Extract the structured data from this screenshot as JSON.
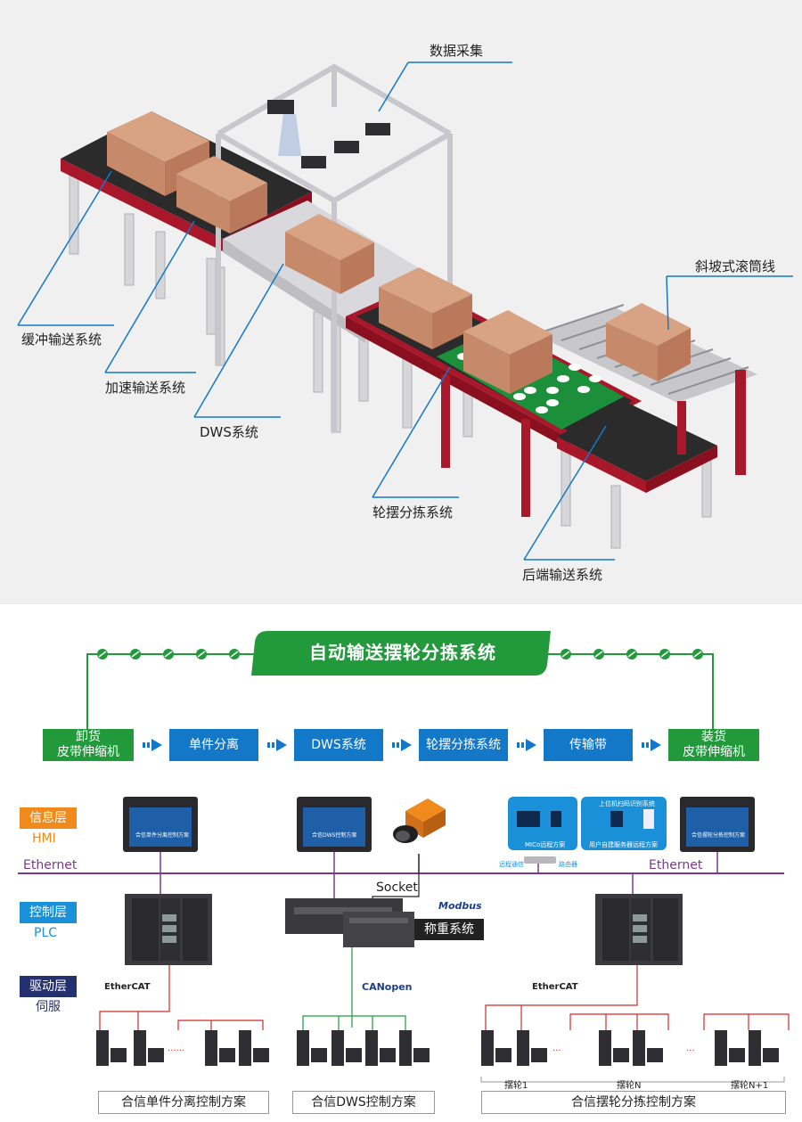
{
  "top": {
    "labels": {
      "data_collection": "数据采集",
      "incline_roller": "斜坡式滚筒线",
      "buffer": "缓冲输送系统",
      "accel": "加速输送系统",
      "dws": "DWS系统",
      "wheel_sort": "轮摆分拣系统",
      "rear": "后端输送系统"
    }
  },
  "title": "自动输送摆轮分拣系统",
  "flow": [
    {
      "l1": "卸货",
      "l2": "皮带伸缩机"
    },
    {
      "l1": "单件分离",
      "l2": ""
    },
    {
      "l1": "DWS系统",
      "l2": ""
    },
    {
      "l1": "轮摆分拣系统",
      "l2": ""
    },
    {
      "l1": "传输带",
      "l2": ""
    },
    {
      "l1": "装货",
      "l2": "皮带伸缩机"
    }
  ],
  "layers": {
    "info": {
      "tag": "信息层",
      "sub": "HMI"
    },
    "ctrl": {
      "tag": "控制层",
      "sub": "PLC"
    },
    "drive": {
      "tag": "驱动层",
      "sub": "伺服"
    }
  },
  "net": {
    "left": "Ethernet",
    "right": "Ethernet"
  },
  "hmi": {
    "h1": "合信单件分离控制方案",
    "h2": "合信DWS控制方案",
    "h3": "合信摆轮分拣控制方案",
    "cloud_top": "上位机扫码识别系统",
    "micro": "MICo远程方案",
    "user": "用户自建服务器远程方案",
    "remote": "远程通信",
    "router": "路由器"
  },
  "comm": {
    "socket": "Socket",
    "modbus": "Modbus",
    "weigh": "称重系统",
    "ethercat1": "EtherCAT",
    "ethercat2": "EtherCAT",
    "canopen": "CANopen"
  },
  "servo": {
    "n1": "摆轮1",
    "nn": "摆轮N",
    "nn1": "摆轮N+1",
    "dots": "······",
    "dots2": "···"
  },
  "footers": {
    "f1": "合信单件分离控制方案",
    "f2": "合信DWS控制方案",
    "f3": "合信摆轮分拣控制方案"
  }
}
